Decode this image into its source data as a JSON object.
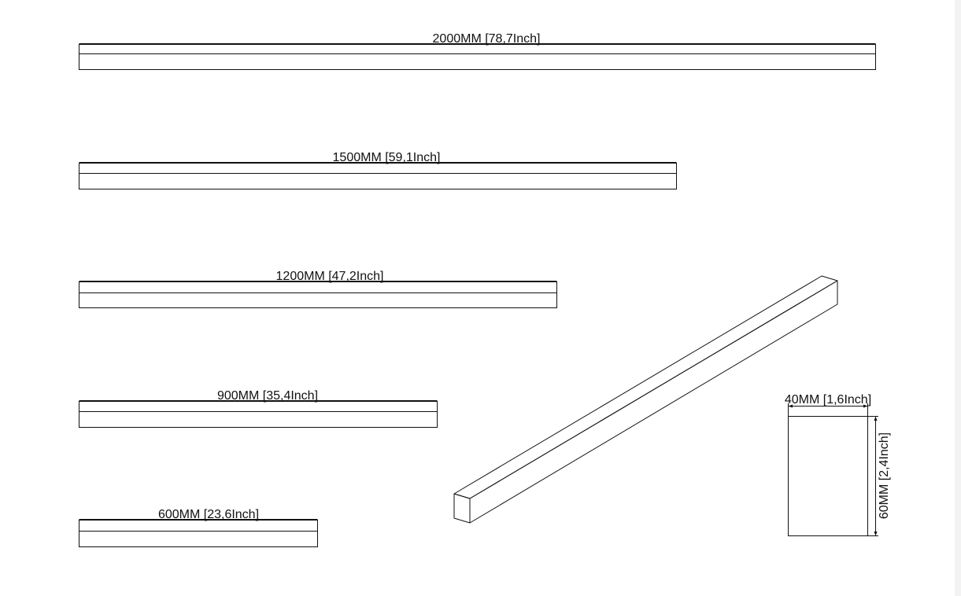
{
  "bars": [
    {
      "label": "2000MM [78,7Inch]"
    },
    {
      "label": "1500MM [59,1Inch]"
    },
    {
      "label": "1200MM [47,2Inch]"
    },
    {
      "label": "900MM [35,4Inch]"
    },
    {
      "label": "600MM [23,6Inch]"
    }
  ],
  "cross_section": {
    "width_label": "40MM [1,6Inch]",
    "height_label": "60MM [2,4Inch]"
  }
}
